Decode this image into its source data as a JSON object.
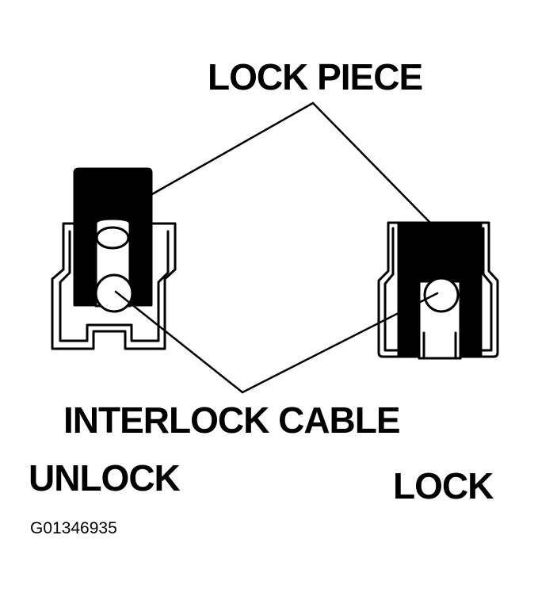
{
  "labels": {
    "lock_piece": "LOCK PIECE",
    "interlock_cable": "INTERLOCK CABLE",
    "unlock": "UNLOCK",
    "lock": "LOCK",
    "figure_code": "G01346935"
  },
  "colors": {
    "ink": "#000000",
    "paper": "#ffffff"
  }
}
